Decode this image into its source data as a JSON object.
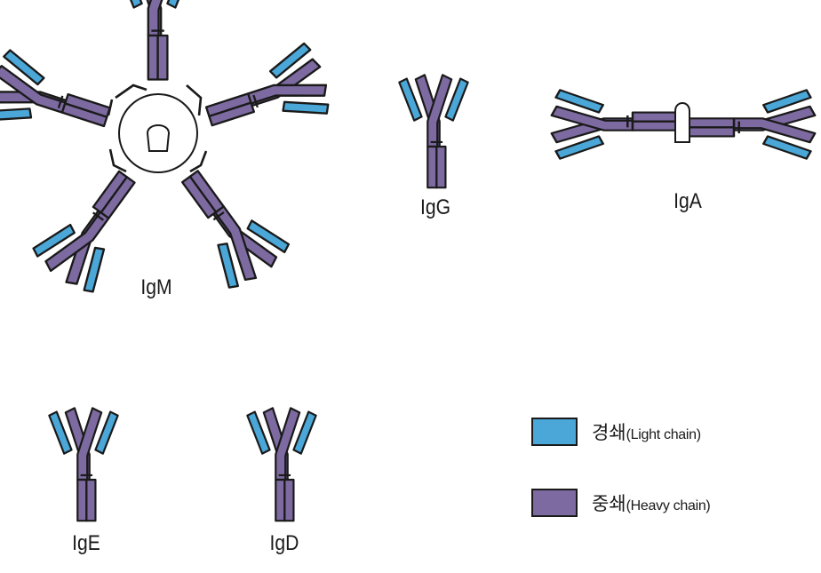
{
  "antibodies": [
    {
      "id": "igm",
      "name": "IgM"
    },
    {
      "id": "igg",
      "name": "IgG"
    },
    {
      "id": "iga",
      "name": "IgA"
    },
    {
      "id": "ige",
      "name": "IgE"
    },
    {
      "id": "igd",
      "name": "IgD"
    }
  ],
  "legend": {
    "light": {
      "korean": "경쇄",
      "english": "(Light chain)",
      "color": "#4aa7d8"
    },
    "heavy": {
      "korean": "중쇄",
      "english": "(Heavy chain)",
      "color": "#7d6aa0"
    }
  }
}
